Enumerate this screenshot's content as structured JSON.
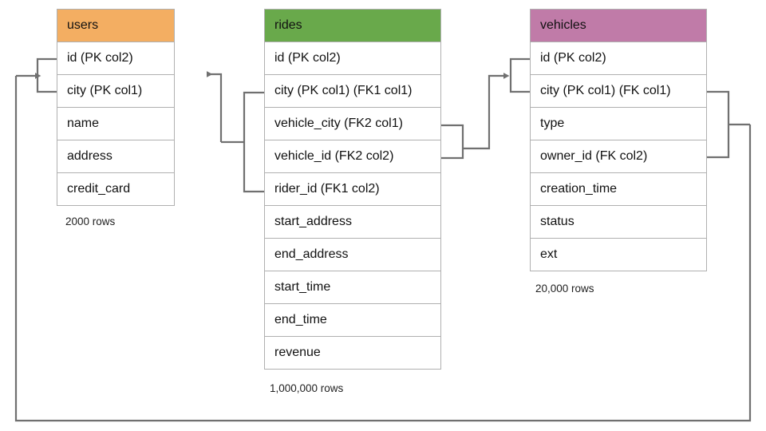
{
  "diagram": {
    "type": "entity-relationship-diagram",
    "background": "#ffffff",
    "line_color": "#707070",
    "border_color": "#b0b0b0"
  },
  "tables": [
    {
      "id": "users",
      "name": "users",
      "header_color": "#f3ae62",
      "row_count_label": "2000 rows",
      "columns": [
        {
          "label": "id (PK col2)"
        },
        {
          "label": "city (PK col1)"
        },
        {
          "label": "name"
        },
        {
          "label": "address"
        },
        {
          "label": "credit_card"
        }
      ]
    },
    {
      "id": "rides",
      "name": "rides",
      "header_color": "#69a94b",
      "row_count_label": "1,000,000 rows",
      "columns": [
        {
          "label": "id (PK col2)"
        },
        {
          "label": "city (PK col1) (FK1 col1)"
        },
        {
          "label": "vehicle_city (FK2 col1)"
        },
        {
          "label": "vehicle_id (FK2 col2)"
        },
        {
          "label": "rider_id (FK1 col2)"
        },
        {
          "label": "start_address"
        },
        {
          "label": "end_address"
        },
        {
          "label": "start_time"
        },
        {
          "label": "end_time"
        },
        {
          "label": "revenue"
        }
      ]
    },
    {
      "id": "vehicles",
      "name": "vehicles",
      "header_color": "#c07ba8",
      "row_count_label": "20,000 rows",
      "columns": [
        {
          "label": "id (PK col2)"
        },
        {
          "label": "city (PK col1) (FK col1)"
        },
        {
          "label": "type"
        },
        {
          "label": "owner_id (FK col2)"
        },
        {
          "label": "creation_time"
        },
        {
          "label": "status"
        },
        {
          "label": "ext"
        }
      ]
    }
  ],
  "relationships": [
    {
      "id": "rides-to-users",
      "from_table": "rides",
      "from_columns": [
        "city (PK col1) (FK1 col1)",
        "rider_id (FK1 col2)"
      ],
      "to_table": "users",
      "to_columns": [
        "id (PK col2)",
        "city (PK col1)"
      ],
      "arrow": "left"
    },
    {
      "id": "rides-to-vehicles",
      "from_table": "rides",
      "from_columns": [
        "vehicle_city (FK2 col1)",
        "vehicle_id (FK2 col2)"
      ],
      "to_table": "vehicles",
      "to_columns": [
        "id (PK col2)",
        "city (PK col1) (FK col1)"
      ],
      "arrow": "right"
    },
    {
      "id": "vehicles-to-users",
      "from_table": "vehicles",
      "from_columns": [
        "city (PK col1) (FK col1)",
        "owner_id (FK col2)"
      ],
      "to_table": "users",
      "to_columns": [
        "id (PK col2)",
        "city (PK col1)"
      ],
      "arrow": "right"
    }
  ]
}
